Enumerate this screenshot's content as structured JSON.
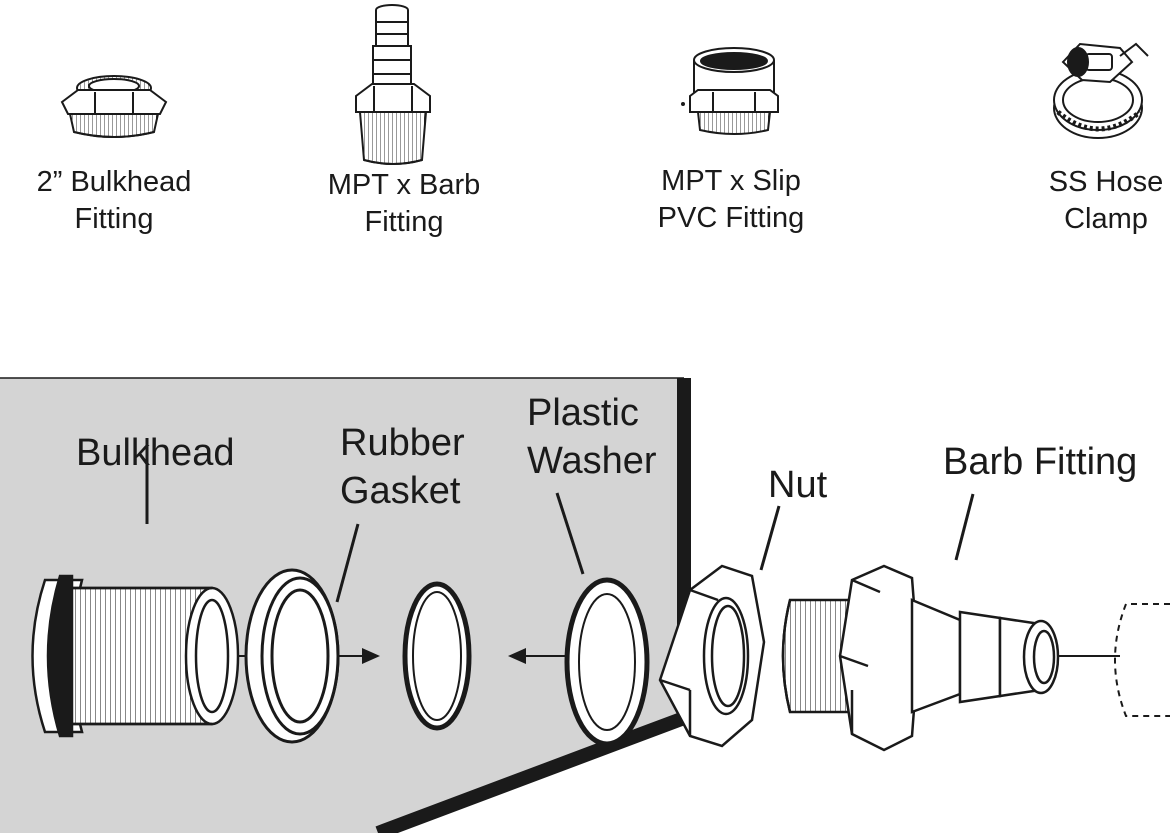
{
  "parts": {
    "bulkhead_fitting": {
      "line1": "2” Bulkhead",
      "line2": "Fitting"
    },
    "mpt_barb_fitting": {
      "line1": "MPT x Barb",
      "line2": "Fitting"
    },
    "mpt_slip_fitting": {
      "line1": "MPT x Slip",
      "line2": "PVC Fitting"
    },
    "ss_hose_clamp": {
      "line1": "SS Hose",
      "line2": "Clamp"
    }
  },
  "assembly": {
    "bulkhead": "Bulkhead",
    "rubber_gasket": {
      "line1": "Rubber",
      "line2": "Gasket"
    },
    "plastic_washer": {
      "line1": "Plastic",
      "line2": "Washer"
    },
    "nut": "Nut",
    "barb_fitting": "Barb Fitting"
  },
  "colors": {
    "tank_wall": "#d4d4d4",
    "ink": "#1a1a1a",
    "background": "#ffffff"
  }
}
